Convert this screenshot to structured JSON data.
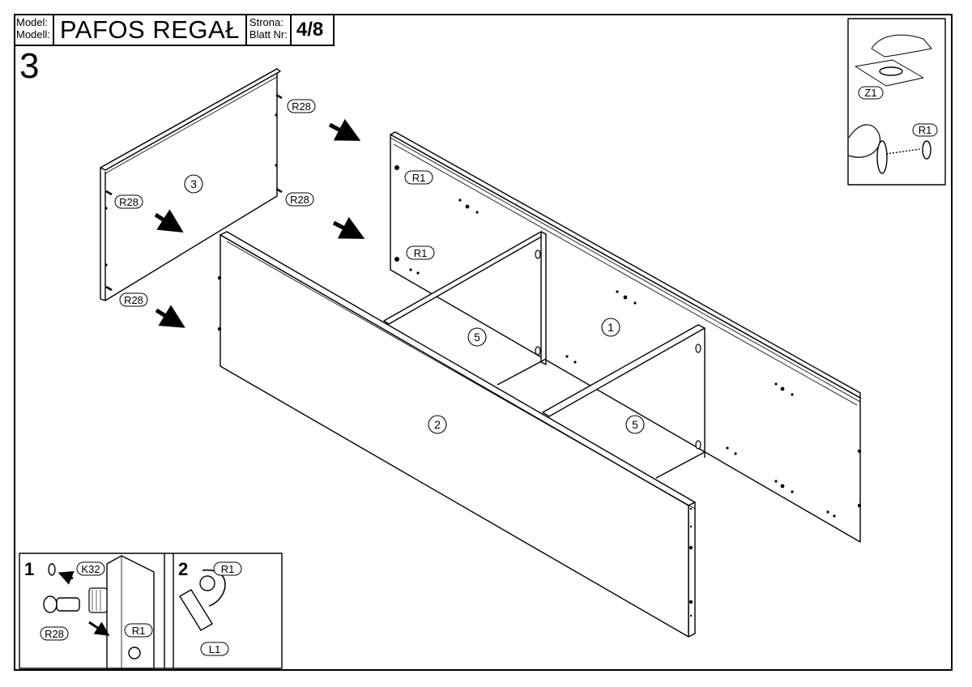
{
  "header": {
    "model_label_1": "Model:",
    "model_label_2": "Modell:",
    "model_name": "PAFOS REGAŁ",
    "page_label_1": "Strona:",
    "page_label_2": "Blatt Nr:",
    "page_value": "4/8"
  },
  "step": {
    "number": "3"
  },
  "panels": {
    "side_left": "3",
    "front": "2",
    "back": "1",
    "shelf_upper": "5",
    "shelf_lower": "5"
  },
  "hardware": {
    "r28_a": "R28",
    "r28_b": "R28",
    "r28_c": "R28",
    "r28_d": "R28",
    "r1_a": "R1",
    "r1_b": "R1"
  },
  "detail_steps": {
    "step1_number": "1",
    "step1_k32": "K32",
    "step1_r28": "R28",
    "step1_r1": "R1",
    "step2_number": "2",
    "step2_r1": "R1",
    "step2_l1": "L1"
  },
  "tip_box": {
    "z1": "Z1",
    "r1": "R1"
  }
}
